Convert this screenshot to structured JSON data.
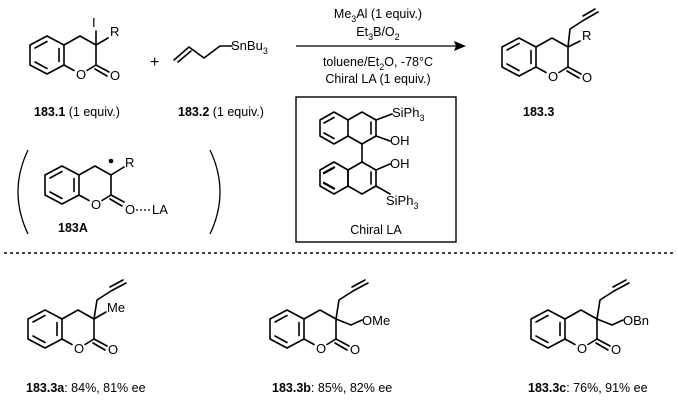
{
  "reagents": {
    "line1_base": "Me",
    "line1_sub": "3",
    "line1_rest": "Al (1 equiv.)",
    "line2_a": "Et",
    "line2_sub": "3",
    "line2_b": "B/O",
    "line2_sub2": "2",
    "line3_a": "toluene/Et",
    "line3_sub": "2",
    "line3_b": "O, -78°C",
    "line4": "Chiral LA (1 equiv.)"
  },
  "starting_material": {
    "id": "183.1",
    "equiv": " (1 equiv.)",
    "I": "I",
    "R": "R",
    "O_ring": "O",
    "O_carbonyl": "O"
  },
  "plus": "+",
  "stannane": {
    "id": "183.2",
    "equiv": " (1 equiv.)",
    "group": "SnBu",
    "sub": "3"
  },
  "product": {
    "id": "183.3",
    "R": "R",
    "O_ring": "O",
    "O_carbonyl": "O"
  },
  "intermediate": {
    "id": "183A",
    "R": "R",
    "O_ring": "O",
    "O_carbonyl": "O",
    "LA": "LA"
  },
  "lewis_acid": {
    "caption": "Chiral LA",
    "si_top": "SiPh",
    "si_top_sub": "3",
    "oh_top": "OH",
    "oh_bottom": "OH",
    "si_bottom": "SiPh",
    "si_bottom_sub": "3"
  },
  "examples": [
    {
      "id": "183.3a",
      "result": ": 84%, 81% ee",
      "substituent": "Me",
      "O_ring": "O",
      "O_carbonyl": "O"
    },
    {
      "id": "183.3b",
      "result": ": 85%, 82% ee",
      "substituent": "OMe",
      "O_ring": "O",
      "O_carbonyl": "O"
    },
    {
      "id": "183.3c",
      "result": ": 76%, 91% ee",
      "substituent": "OBn",
      "O_ring": "O",
      "O_carbonyl": "O"
    }
  ]
}
